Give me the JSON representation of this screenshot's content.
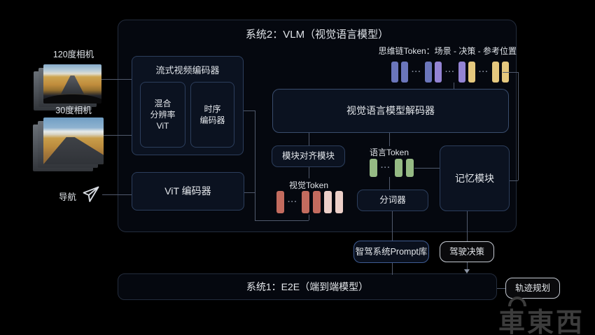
{
  "system2": {
    "title": "系统2：VLM（视觉语言模型）"
  },
  "system1": {
    "title": "系统1：E2E（端到端模型）"
  },
  "cameras": {
    "cam120_label": "120度相机",
    "cam30_label": "30度相机"
  },
  "nav": {
    "label": "导航"
  },
  "boxes": {
    "stream_encoder": "流式视频编码器",
    "mixed_vit": "混合\n分辨率\nViT",
    "temporal_encoder": "时序\n编码器",
    "vit_encoder": "ViT 编码器",
    "decoder": "视觉语言模型解码器",
    "align_module": "模块对齐模块",
    "tokenizer": "分词器",
    "memory": "记忆模块",
    "prompt_lib": "智驾系统Prompt库",
    "decision": "驾驶决策",
    "trajectory": "轨迹规划"
  },
  "tokens": {
    "cot": {
      "label": "思维链Token：场景 - 决策 - 参考位置",
      "items": [
        "blue",
        "blue",
        "dots",
        "blue",
        "purple",
        "dots",
        "purple",
        "yellow",
        "dots",
        "yellow",
        "yellow"
      ]
    },
    "visual": {
      "label": "视觉Token",
      "items": [
        "red",
        "dots",
        "red",
        "red",
        "pink",
        "pink"
      ]
    },
    "language": {
      "label": "语言Token",
      "items": [
        "green",
        "dots",
        "green",
        "green"
      ]
    }
  },
  "colors": {
    "tokens": {
      "blue": "#6b76bb",
      "purple": "#9484d4",
      "yellow": "#e5c87e",
      "red": "#c36b5e",
      "pink": "#eccfc8",
      "green": "#95ba84"
    },
    "line": "#515a6d",
    "accent_border": "#3e5c93"
  },
  "watermark": {
    "text": "車東西"
  }
}
